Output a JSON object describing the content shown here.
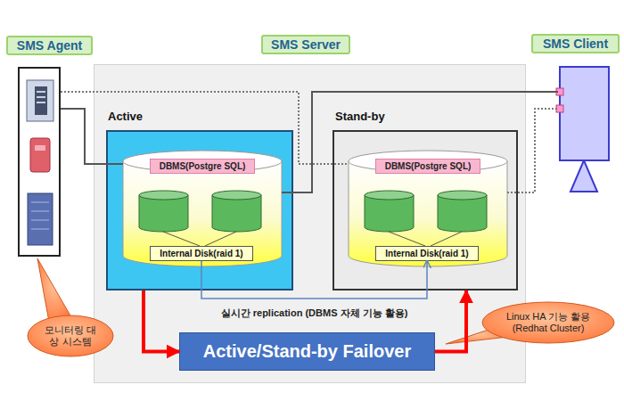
{
  "diagram": {
    "nodes": [
      {
        "text": [
          "SMS Agent"
        ]
      },
      {
        "text": [
          "SMS Server"
        ]
      },
      {
        "text": [
          "Active"
        ],
        "in": 1
      },
      {
        "text": [
          "DBMS(Postgre SQL)"
        ],
        "in": 2
      },
      {
        "text": [
          "Internal Disk(raid 1)"
        ],
        "in": 3
      },
      {
        "text": [
          "Stand-by"
        ],
        "in": 1
      },
      {
        "text": [
          "DBMS(Postgre SQL)"
        ],
        "in": 5
      },
      {
        "text": [
          "Internal Disk(raid 1)"
        ],
        "in": 6
      },
      {
        "text": [
          "Active/Stand-by Failover"
        ],
        "in": 1
      },
      {
        "text": [
          "SMS Client"
        ]
      },
      {
        "text": [
          "모니터링 대상 시스템"
        ]
      },
      {
        "text": [
          "Linux HA 기능 활용 (Redhat Cluster)"
        ]
      }
    ],
    "edges": [
      {
        "from": 0,
        "to": 3,
        "arrow": "none"
      },
      {
        "from": 0,
        "to": 6,
        "arrow": "none"
      },
      {
        "from": 3,
        "to": 9,
        "arrow": "none"
      },
      {
        "from": 6,
        "to": 9,
        "arrow": "none"
      },
      {
        "from": 4,
        "to": 7,
        "arrow": "to",
        "label": "실시간 replication (DBMS 자체 기능 활용)"
      },
      {
        "from": 2,
        "to": 8,
        "arrow": "to"
      },
      {
        "from": 8,
        "to": 5,
        "arrow": "to"
      }
    ]
  }
}
